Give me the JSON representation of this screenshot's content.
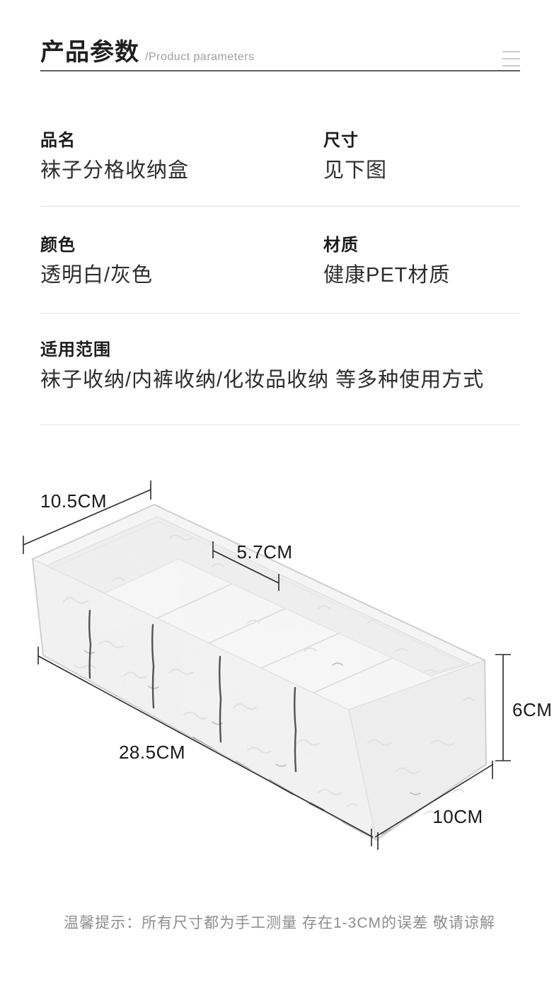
{
  "header": {
    "title": "产品参数",
    "subtitle": "/Product parameters",
    "menu_icon": "three-lines-icon"
  },
  "specs": [
    {
      "label": "品名",
      "value": "袜子分格收纳盒"
    },
    {
      "label": "尺寸",
      "value": "见下图"
    },
    {
      "label": "颜色",
      "value": "透明白/灰色"
    },
    {
      "label": "材质",
      "value": "健康PET材质"
    },
    {
      "label": "适用范围",
      "value": "袜子收纳/内裤收纳/化妆品收纳 等多种使用方式"
    }
  ],
  "figure": {
    "dimensions": {
      "end_width": "10.5CM",
      "compartment": "5.7CM",
      "length": "28.5CM",
      "height": "6CM",
      "depth": "10CM"
    }
  },
  "footer": {
    "note": "温馨提示：所有尺寸都为手工测量 存在1-3CM的误差 敬请谅解"
  },
  "colors": {
    "heading_text": "#1f1f1f",
    "subtitle_gray": "#9e9e9e",
    "value_text": "#2d2d2d",
    "note_gray": "#8d8d8d",
    "divider_dark": "#5f5f5f",
    "divider_light": "#e4e4e4",
    "dimension_line": "#2a2a2a"
  }
}
